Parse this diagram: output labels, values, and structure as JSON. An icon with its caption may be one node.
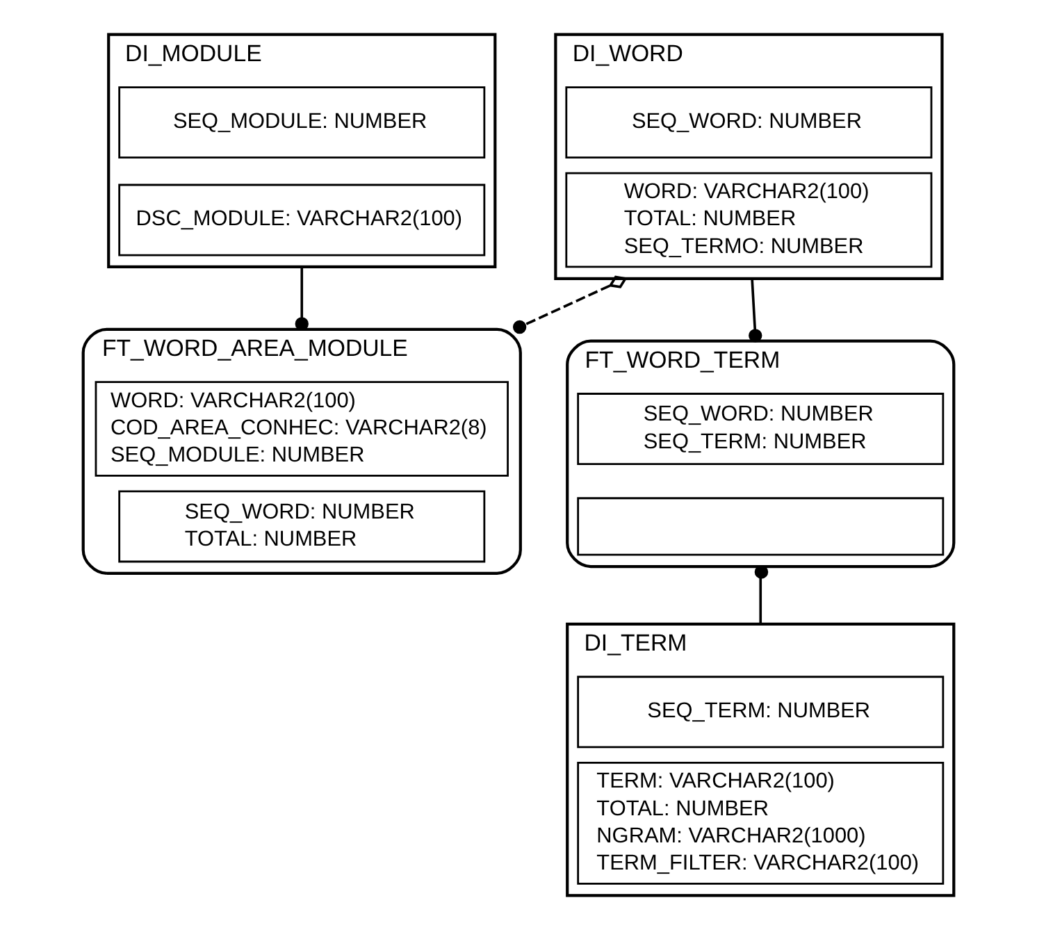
{
  "diagram": {
    "nodes": [
      {
        "text": [
          "DI_MODULE"
        ]
      },
      {
        "text": [
          "SEQ_MODULE: NUMBER"
        ],
        "in": 0
      },
      {
        "text": [
          "DSC_MODULE: VARCHAR2(100)"
        ],
        "in": 0
      },
      {
        "text": [
          "DI_WORD"
        ]
      },
      {
        "text": [
          "SEQ_WORD: NUMBER"
        ],
        "in": 3
      },
      {
        "text": [
          "WORD: VARCHAR2(100)",
          "TOTAL: NUMBER",
          "SEQ_TERMO: NUMBER"
        ],
        "in": 3
      },
      {
        "text": [
          "FT_WORD_AREA_MODULE"
        ]
      },
      {
        "text": [
          "WORD: VARCHAR2(100)",
          "COD_AREA_CONHEC: VARCHAR2(8)",
          "SEQ_MODULE: NUMBER"
        ],
        "in": 6
      },
      {
        "text": [
          "SEQ_WORD: NUMBER",
          "TOTAL: NUMBER"
        ],
        "in": 6
      },
      {
        "text": [
          "FT_WORD_TERM"
        ]
      },
      {
        "text": [
          "SEQ_WORD: NUMBER",
          "SEQ_TERM: NUMBER"
        ],
        "in": 9
      },
      {
        "text": [],
        "shape": "box",
        "in": 9
      },
      {
        "text": [
          "DI_TERM"
        ]
      },
      {
        "text": [
          "SEQ_TERM: NUMBER"
        ],
        "in": 12
      },
      {
        "text": [
          "TERM: VARCHAR2(100)",
          "TOTAL: NUMBER",
          "NGRAM: VARCHAR2(1000)",
          "TERM_FILTER: VARCHAR2(100)"
        ],
        "in": 12
      }
    ],
    "edges": [
      {
        "from": 0,
        "to": 6,
        "arrow": "other"
      },
      {
        "from": 3,
        "to": 6,
        "arrow": "other",
        "style": "dashed"
      },
      {
        "from": 3,
        "to": 9,
        "arrow": "other"
      },
      {
        "from": 12,
        "to": 9,
        "arrow": "other"
      }
    ]
  }
}
